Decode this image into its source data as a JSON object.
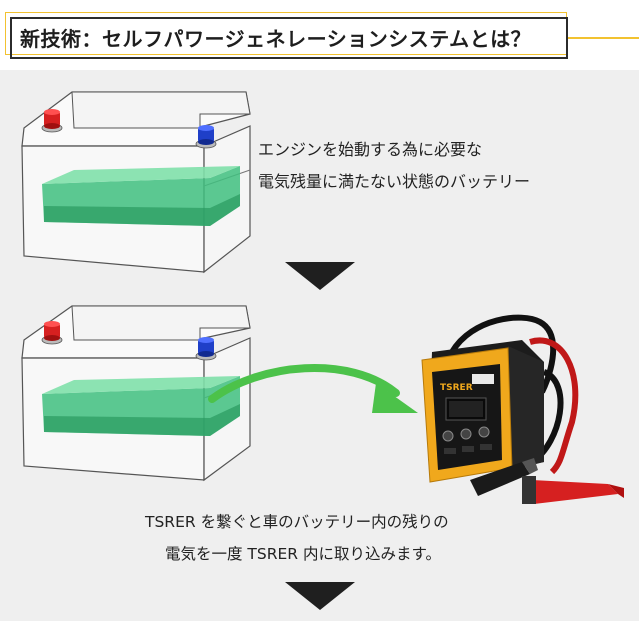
{
  "header": {
    "title": "新技術：セルフパワージェネレーションシステムとは？"
  },
  "step1": {
    "caption_line1": "エンジンを始動する為に必要な",
    "caption_line2": "電気残量に満たない状態のバッテリー"
  },
  "device": {
    "brand": "TSRER"
  },
  "step2": {
    "caption_line1": "TSRER を繋ぐと車のバッテリー内の残りの",
    "caption_line2": "電気を一度 TSRER 内に取り込みます。"
  },
  "colors": {
    "accent_yellow": "#f2c230",
    "panel_gray": "#efefef",
    "arrow_green": "#4cc24a",
    "battery_fluid": "#3fbf7f",
    "terminal_red": "#d62020",
    "terminal_blue": "#1f3fc8",
    "device_orange": "#f0a81c"
  }
}
